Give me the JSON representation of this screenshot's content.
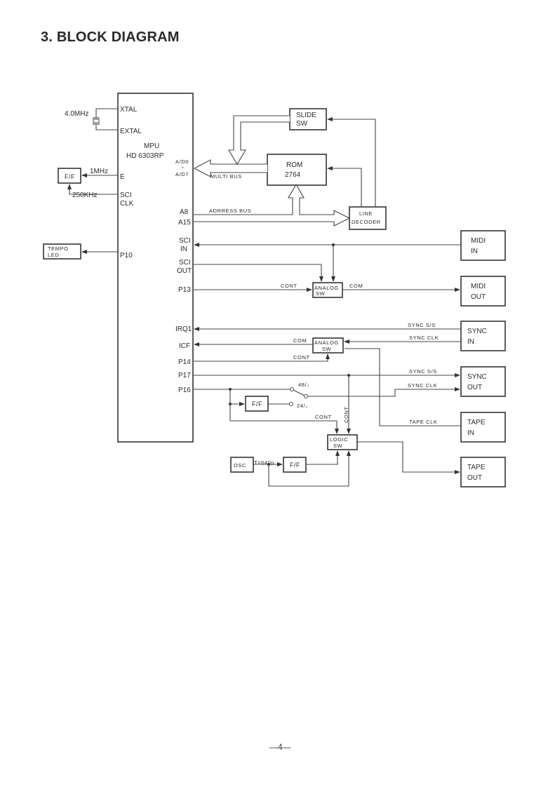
{
  "page": {
    "title": "3.  BLOCK DIAGRAM",
    "page_number": "—4—"
  },
  "mpu": {
    "name": "MPU",
    "part": "HD 6303RP",
    "pins": {
      "xtal": "XTAL",
      "extal": "EXTAL",
      "e": "E",
      "sci_clk_1": "SCI",
      "sci_clk_2": "CLK",
      "p10": "P10",
      "ad0": "A/D0",
      "ad_sep": "~",
      "ad7": "A/D7",
      "a8": "A8",
      "a15": "A15",
      "sci_in_1": "SCI",
      "sci_in_2": "IN",
      "sci_out_1": "SCI",
      "sci_out_2": "OUT",
      "p13": "P13",
      "irq1": "IRQ1",
      "icf": "ICF",
      "p14": "P14",
      "p17": "P17",
      "p16": "P16"
    }
  },
  "blocks": {
    "crystal_freq": "4.0MHz",
    "ff_clock": "F/F",
    "e_freq": "1MHz",
    "sci_freq": "250KHz",
    "tempo_led_1": "TEMPO",
    "tempo_led_2": "LED",
    "slide_sw_1": "SLIDE",
    "slide_sw_2": "SW",
    "rom_1": "ROM",
    "rom_2": "2764",
    "line_decoder_1": "LINE",
    "line_decoder_2": "DECODER",
    "multi_bus": "MULTI BUS",
    "address_bus": "ADRRESS BUS",
    "midi_in_1": "MIDI",
    "midi_in_2": "IN",
    "midi_out_1": "MIDI",
    "midi_out_2": "OUT",
    "analog_sw_1": "ANALOG",
    "analog_sw_2": "SW",
    "cont": "CONT",
    "com": "COM",
    "sync_in_1": "SYNC",
    "sync_in_2": "IN",
    "sync_out_1": "SYNC",
    "sync_out_2": "OUT",
    "sync_ss": "SYNC S/S",
    "sync_clk": "SYNC CLK",
    "ff_tempo": "F/F",
    "tempo_48": "48/♩",
    "tempo_24": "24/♩",
    "tape_in_1": "TAPE",
    "tape_in_2": "IN",
    "tape_out_1": "TAPE",
    "tape_out_2": "OUT",
    "tape_clk": "TAPE CLK",
    "logic_sw_1": "LOGIC",
    "logic_sw_2": "SW",
    "osc": "OSC",
    "osc_period": "T=640μ",
    "ff_osc": "F/F"
  }
}
